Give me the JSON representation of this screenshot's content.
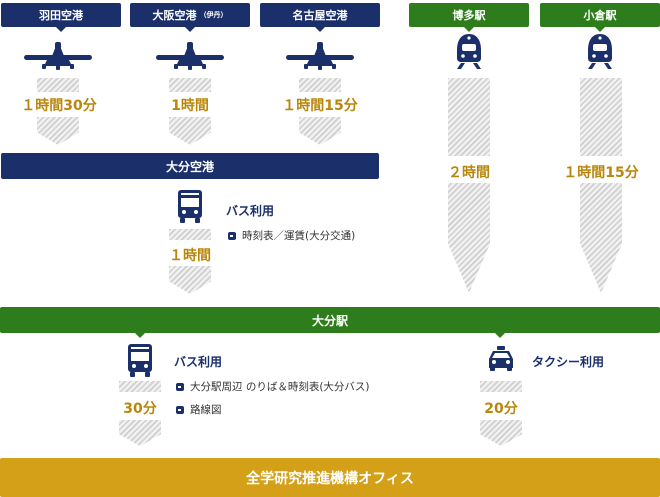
{
  "origins": {
    "haneda": "羽田空港",
    "osaka": "大阪空港",
    "osaka_sub": "（伊丹）",
    "nagoya": "名古屋空港",
    "hakata": "博多駅",
    "kokura": "小倉駅"
  },
  "times": {
    "haneda": "１時間30分",
    "osaka": "1時間",
    "nagoya": "１時間15分",
    "hakata": "２時間",
    "kokura": "１時間15分",
    "airport_bus": "１時間",
    "station_bus": "30分",
    "station_taxi": "20分"
  },
  "bars": {
    "oita_airport": "大分空港",
    "oita_station": "大分駅",
    "destination": "全学研究推進機構オフィス"
  },
  "airport_bus": {
    "title": "バス利用",
    "link_timetable": "時刻表／運賃(大分交通)"
  },
  "station_bus": {
    "title": "バス利用",
    "link_stops": "大分駅周辺 のりば＆時刻表(大分バス)",
    "link_route": "路線図"
  },
  "station_taxi": {
    "title": "タクシー利用"
  },
  "colors": {
    "navy": "#1b2f6b",
    "green": "#2e7d1c",
    "gold": "#d4a017",
    "time_text": "#b8860b"
  }
}
